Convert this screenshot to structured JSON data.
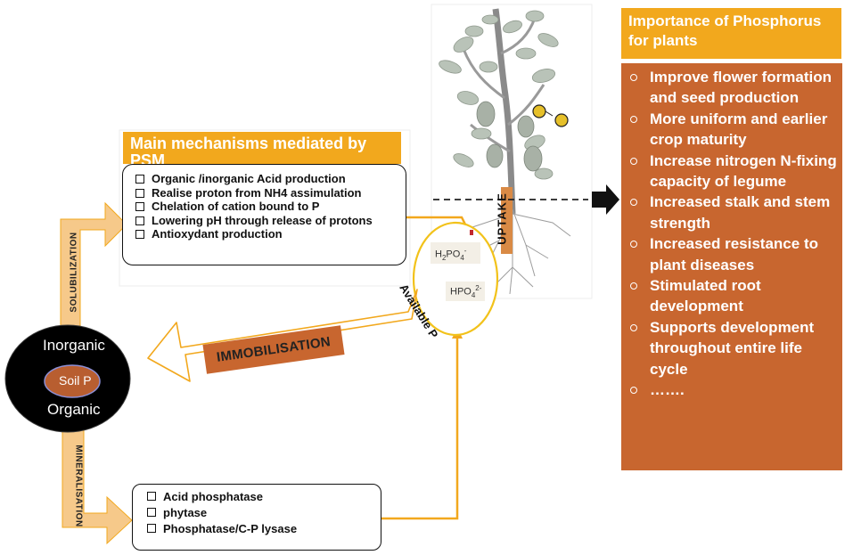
{
  "mechanisms": {
    "title": "Main mechanisms mediated by PSM",
    "items": [
      "Organic /inorganic Acid production",
      "Realise proton from NH4  assimulation",
      "Chelation of cation bound to P",
      "Lowering pH through release of protons",
      "Antioxydant production"
    ]
  },
  "enzymes": {
    "items": [
      "Acid phosphatase",
      "phytase",
      "Phosphatase/C-P lysase"
    ]
  },
  "importance": {
    "title": "Importance of Phosphorus for plants",
    "items": [
      "Improve flower formation and seed production",
      "More uniform and earlier crop maturity",
      "Increase nitrogen N-fixing capacity of legume",
      "Increased stalk and stem strength",
      "Increased resistance to plant diseases",
      "Stimulated root development",
      " Supports development throughout entire life cycle",
      "……."
    ]
  },
  "soil": {
    "inorganic": "Inorganic",
    "center": "Soil P",
    "organic": "Organic"
  },
  "flows": {
    "solubilization": "SOLUBILIZATION",
    "mineralisation": "MINERALISATION",
    "immobilisation": "IMMOBILISATION",
    "uptake": "UPTAKE"
  },
  "available": {
    "label": "Available P",
    "h2po4_base": "H",
    "h2po4_sub": "2",
    "h2po4_mid": "PO",
    "h2po4_supsub": "4",
    "h2po4_charge": "-",
    "hpo4_base": "HPO",
    "hpo4_sub": "4",
    "hpo4_charge": "2-"
  },
  "colors": {
    "orange": "#f2a81d",
    "rust": "#c8662f",
    "arrow_fill": "#f6c98a",
    "soil_black": "#000000"
  },
  "icons": [
    "plant-illustration",
    "checkbox-icon",
    "bullet-circle-icon",
    "right-arrow-icon"
  ]
}
